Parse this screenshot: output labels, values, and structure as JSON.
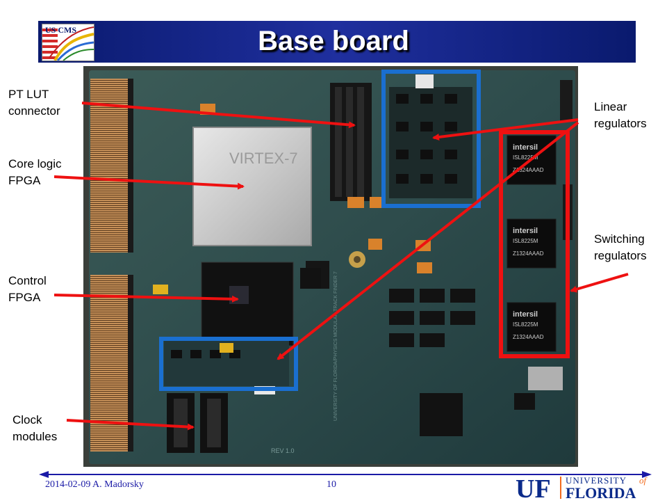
{
  "slide": {
    "title": "Base board",
    "labels": {
      "pt_lut": [
        "PT LUT",
        "connector"
      ],
      "core_logic": [
        "Core logic",
        "FPGA"
      ],
      "control": [
        "Control",
        "FPGA"
      ],
      "clock": [
        "Clock",
        "modules"
      ],
      "linear": [
        "Linear",
        "regulators"
      ],
      "switching": [
        "Switching",
        "regulators"
      ]
    },
    "chips": {
      "fpga_marking": "VIRTEX-7",
      "intersil_brand": "intersil",
      "isl_part": "ISL8225M",
      "lot_code": "Z1324AAAD",
      "board_text": "UNIVERSITY OF FLORIDA/PHYSICS MODULAR TRACK FINDER 7",
      "rev": "REV 1.0"
    },
    "logo_text": "US CMS"
  },
  "footer": {
    "date_author": "2014-02-09  A. Madorsky",
    "page": "10",
    "uf_mark": "UF",
    "university": "UNIVERSITY",
    "of": "of",
    "florida": "FLORIDA"
  },
  "colors": {
    "title_bar": "#1f2f9e",
    "arrow_red": "#ee1111",
    "highlight_blue": "#1a6fd0",
    "highlight_red": "#ee1111",
    "pcb_green": "#2c4a4a",
    "uf_blue": "#0a2a8a",
    "uf_orange": "#f26b1d"
  }
}
